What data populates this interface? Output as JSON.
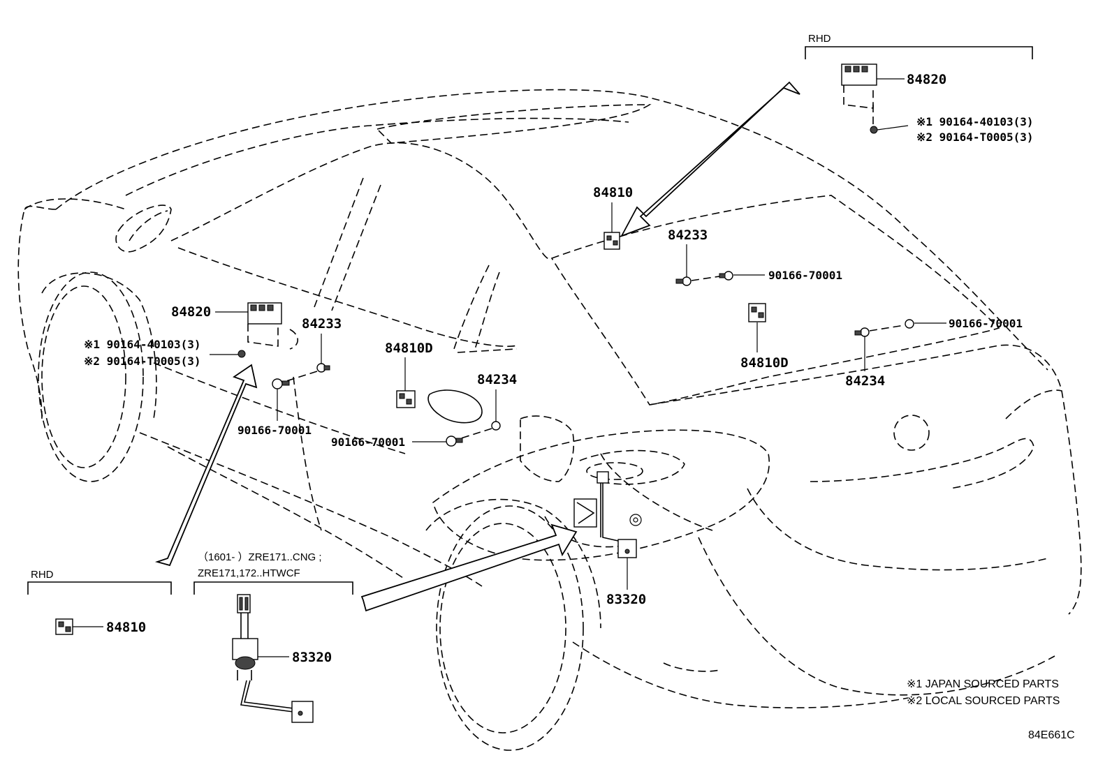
{
  "callouts": {
    "rhd_top_label": "RHD",
    "rhd_top_switch": "84820",
    "rhd_top_screw_1": "※1 90164-40103(3)",
    "rhd_top_screw_2": "※2 90164-T0005(3)",
    "rear_switch": "84810",
    "rear_sensor_a": "84233",
    "rear_screw_a": "90166-70001",
    "rear_switch_d": "84810D",
    "rear_screw_b": "90166-70001",
    "rear_sensor_b": "84234",
    "front_switch": "84820",
    "front_screw_1": "※1 90164-40103(3)",
    "front_screw_2": "※2 90164-T0005(3)",
    "front_sensor": "84233",
    "front_screw": "90166-70001",
    "door_switch_d": "84810D",
    "door_sensor": "84234",
    "door_screw": "90166-70001",
    "tank_gauge": "83320",
    "rhd_bottom_label": "RHD",
    "rhd_bottom_switch": "84810",
    "cng_line1": "（1601-        ）ZRE171..CNG ;",
    "cng_line2": "ZRE171,172..HTWCF",
    "cng_gauge": "83320"
  },
  "legend": {
    "note1": "※1 JAPAN SOURCED PARTS",
    "note2": "※2 LOCAL SOURCED PARTS"
  },
  "diagram_code": "84E661C"
}
